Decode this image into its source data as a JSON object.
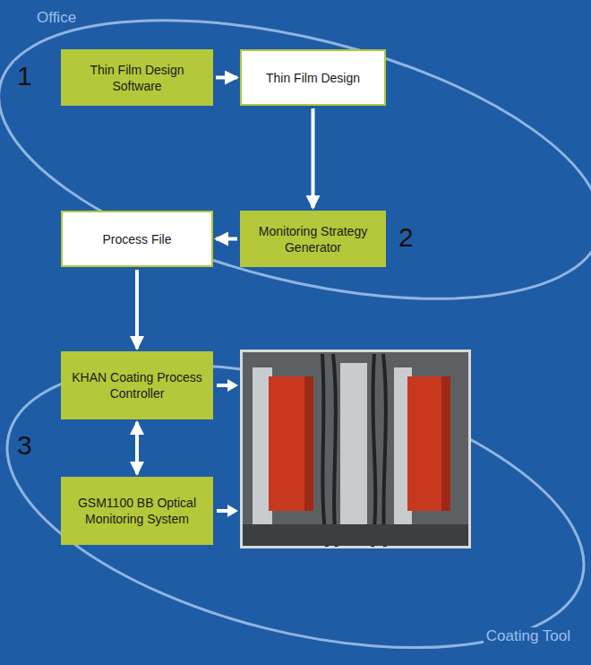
{
  "diagram": {
    "nodes": [
      {
        "text": [
          "Thin Film Design Software"
        ]
      },
      {
        "text": [
          "Thin Film Design"
        ]
      },
      {
        "text": [
          "Monitoring Strategy Generator"
        ]
      },
      {
        "text": [
          "Process File"
        ]
      },
      {
        "text": [
          "KHAN Coating Process Controller"
        ]
      },
      {
        "text": [
          "GSM1100 BB Optical Monitoring System"
        ]
      }
    ],
    "edges": [
      {
        "from": 0,
        "to": 1,
        "arrow": "to"
      },
      {
        "from": 1,
        "to": 2,
        "arrow": "to"
      },
      {
        "from": 2,
        "to": 3,
        "arrow": "to"
      },
      {
        "from": 3,
        "to": 4,
        "arrow": "to"
      },
      {
        "from": 4,
        "to": 5,
        "arrow": "both"
      }
    ],
    "labels": [
      "Office",
      "1",
      "2",
      "3",
      "Coating Tool"
    ]
  }
}
